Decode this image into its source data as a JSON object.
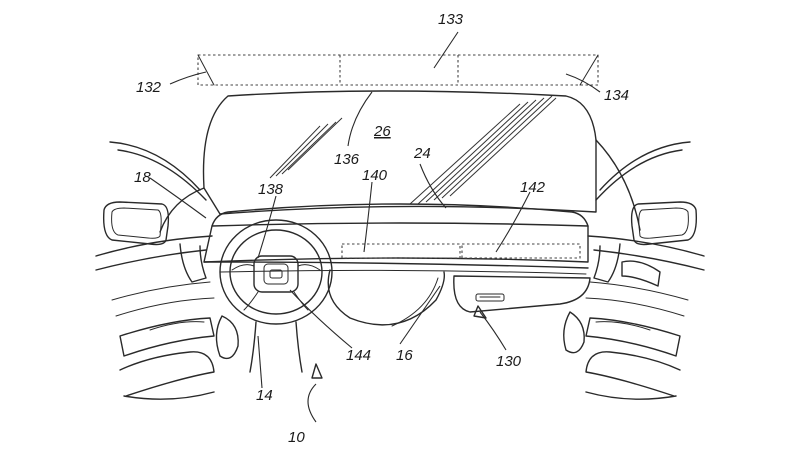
{
  "labels": {
    "l10": "10",
    "l14": "14",
    "l16": "16",
    "l18": "18",
    "l24": "24",
    "l26": "26",
    "l130": "130",
    "l132": "132",
    "l133": "133",
    "l134": "134",
    "l136": "136",
    "l138": "138",
    "l140": "140",
    "l142": "142",
    "l144": "144"
  },
  "colors": {
    "line": "#2a2a2a",
    "background": "#ffffff"
  }
}
